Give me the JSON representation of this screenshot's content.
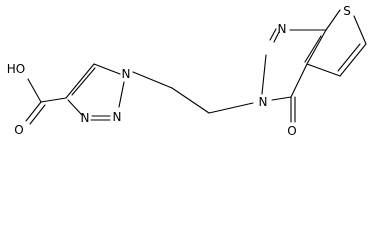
{
  "atoms": {
    "hydroxyl": "HO",
    "carbonyl_oxygen_acid": "O",
    "triazole_n1": "N",
    "triazole_n2": "N",
    "triazole_n3": "N",
    "pyrimidine_n_top": "N",
    "pyrimidine_n_alkyl": "N",
    "ketone_oxygen": "O",
    "thiophene_sulfur": "S"
  },
  "colors": {
    "bond": "#000000",
    "label": "#000000",
    "background": "#ffffff"
  }
}
